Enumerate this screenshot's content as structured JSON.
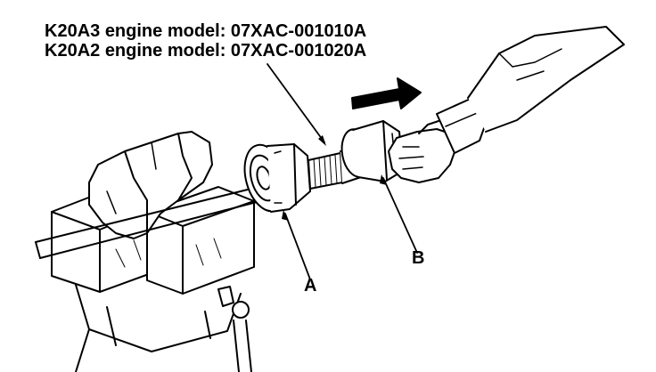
{
  "captions": {
    "line1": "K20A3 engine model: 07XAC-001010A",
    "line2": "K20A2 engine model: 07XAC-001020A"
  },
  "callouts": {
    "a": "A",
    "b": "B"
  },
  "colors": {
    "ink": "#000000",
    "paper": "#ffffff",
    "shade": "#cfcfcf"
  }
}
